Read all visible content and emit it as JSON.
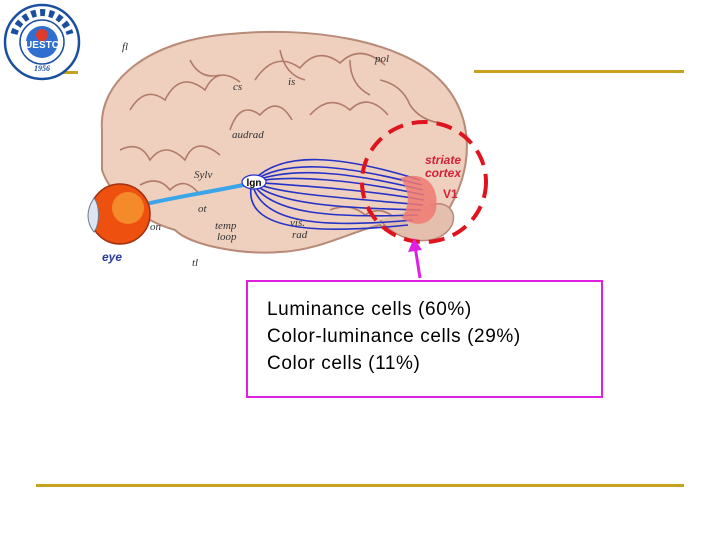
{
  "colors": {
    "accent_rule": "#c8a21e",
    "box_border": "#e020e0",
    "dashed_circle": "#e0141e",
    "optic_fibers": "#2432c8",
    "eye_label": "#2d3c9a",
    "region_label": "#d2223a",
    "brain_fill": "#efcfbe",
    "logo_blue": "#1a4fa0"
  },
  "logo": {
    "emblem_text": "UESTC",
    "ring_text": "電子科技大學",
    "year": "1956",
    "icon": "university-seal-icon"
  },
  "diagram": {
    "eye_label": "eye",
    "lgn_label": "lgn",
    "region_labels": [
      "striate",
      "cortex",
      "V1"
    ],
    "anatomical_labels": {
      "fl": "fl",
      "pol": "pol",
      "cs": "cs",
      "is": "is",
      "sylv": "Sylv",
      "ot": "ot",
      "on": "on",
      "tl": "tl",
      "temp_loop": [
        "temp",
        "loop"
      ],
      "vis_rad": [
        "vis.",
        "rad"
      ],
      "audrad": "audrad"
    }
  },
  "info_box": {
    "lines": [
      "Luminance cells (60%)",
      "Color-luminance cells (29%)",
      "Color cells (11%)"
    ]
  }
}
